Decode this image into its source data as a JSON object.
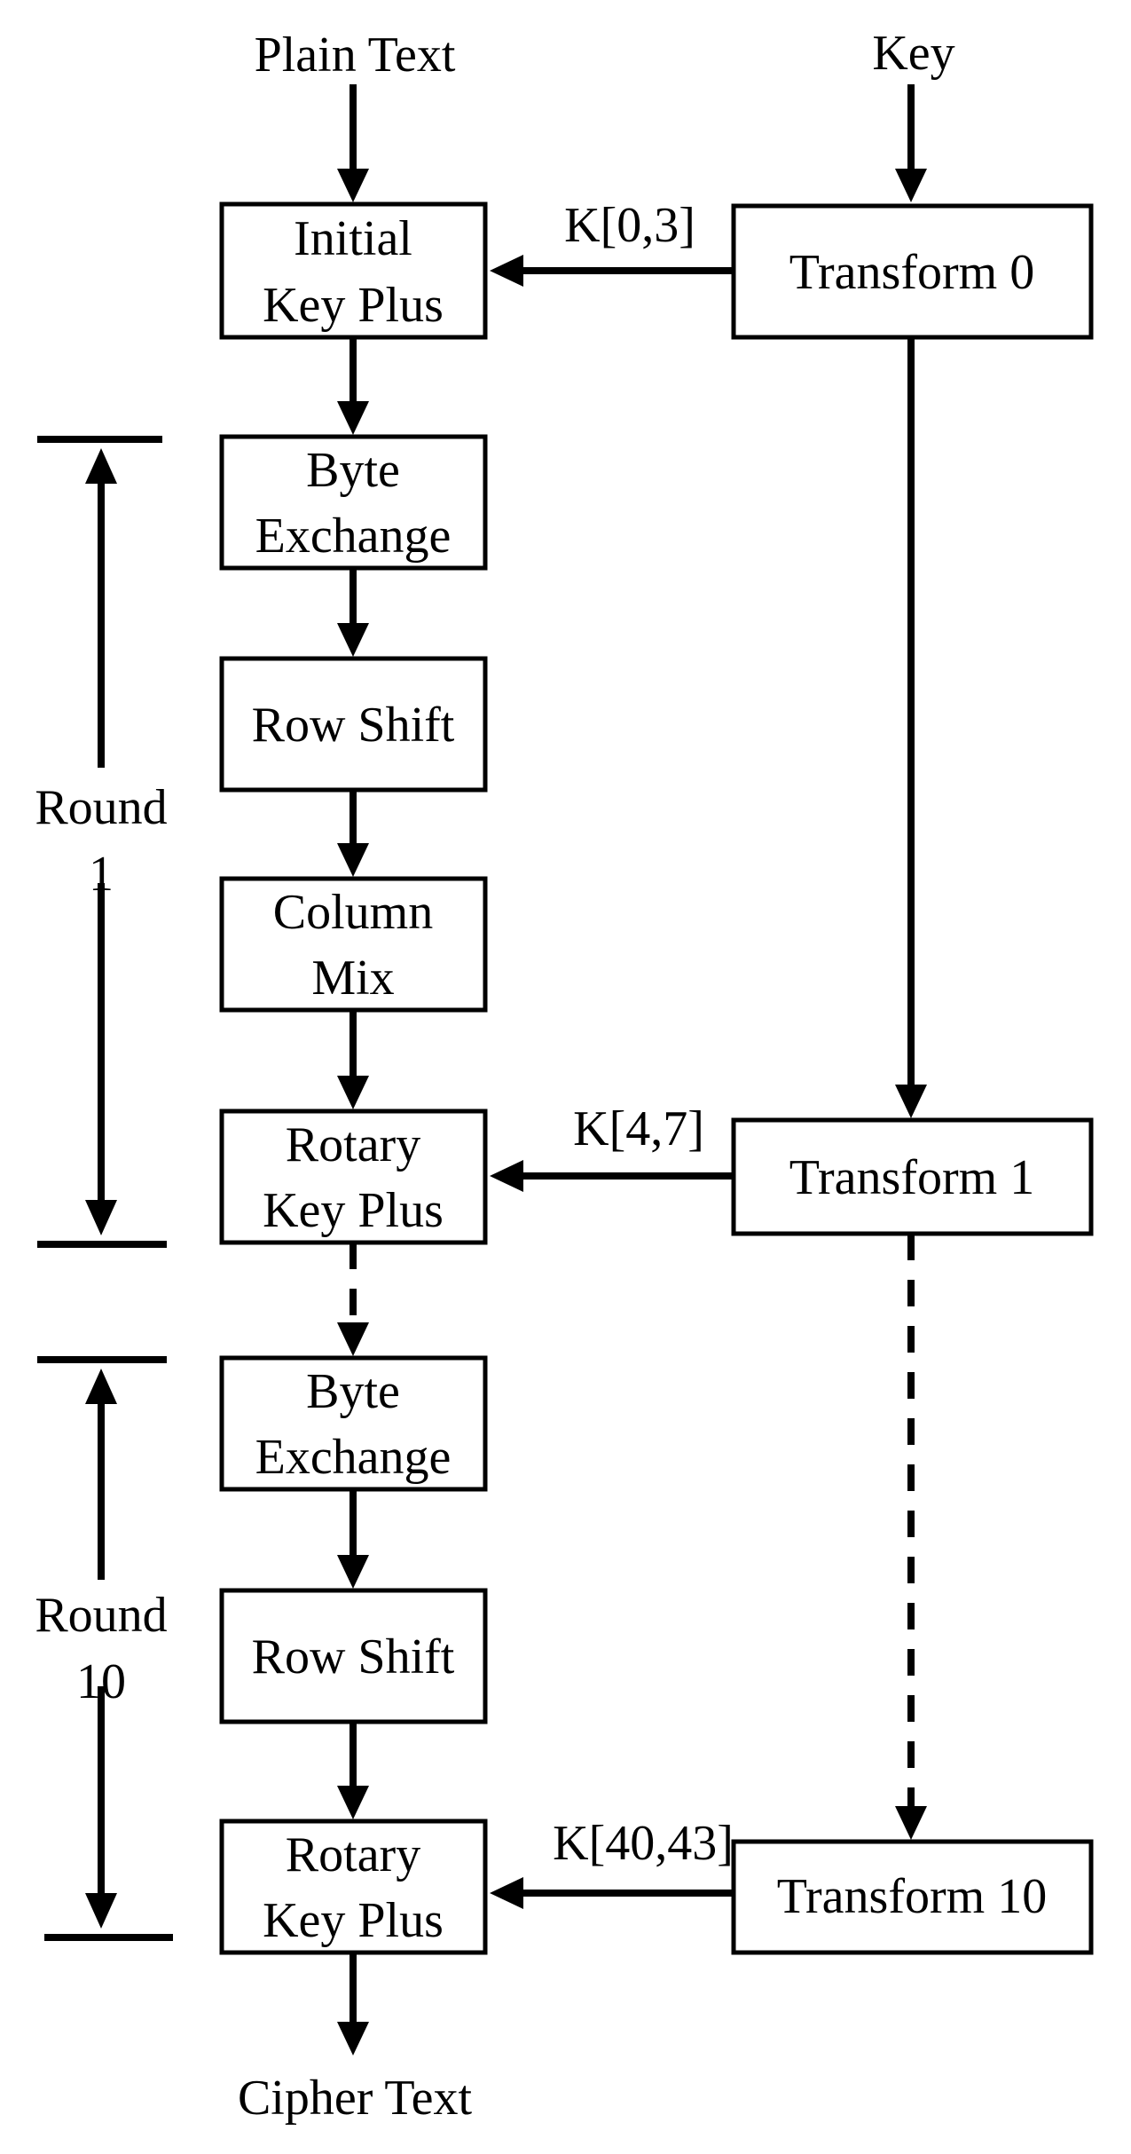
{
  "labels": {
    "plain_text": "Plain Text",
    "key": "Key",
    "cipher_text": "Cipher Text"
  },
  "boxes": {
    "initial_key_plus": [
      "Initial",
      "Key Plus"
    ],
    "byte_exchange_1": [
      "Byte",
      "Exchange"
    ],
    "row_shift_1": [
      "Row Shift"
    ],
    "column_mix": [
      "Column",
      "Mix"
    ],
    "rotary_key_plus_1": [
      "Rotary",
      "Key Plus"
    ],
    "byte_exchange_10": [
      "Byte",
      "Exchange"
    ],
    "row_shift_10": [
      "Row Shift"
    ],
    "rotary_key_plus_10": [
      "Rotary",
      "Key Plus"
    ],
    "transform_0": [
      "Transform 0"
    ],
    "transform_1": [
      "Transform 1"
    ],
    "transform_10": [
      "Transform 10"
    ]
  },
  "key_labels": {
    "k0": "K[0,3]",
    "k1": "K[4,7]",
    "k10": "K[40,43]"
  },
  "rounds": {
    "round1": [
      "Round",
      "1"
    ],
    "round10": [
      "Round",
      "10"
    ]
  }
}
